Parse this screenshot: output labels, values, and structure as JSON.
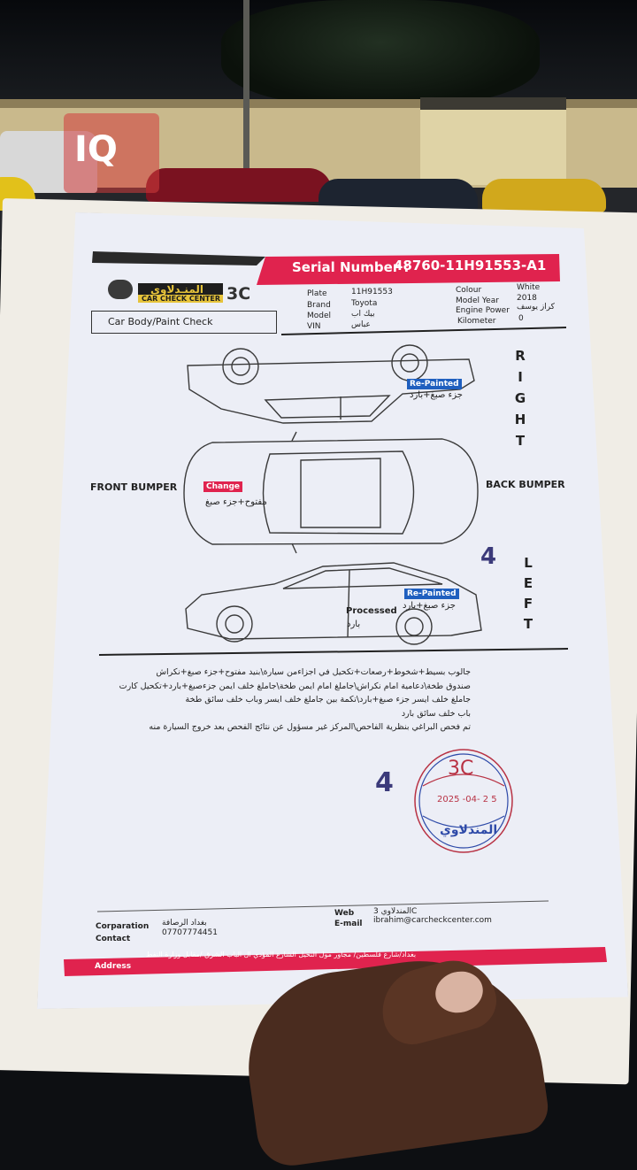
{
  "watermark": {
    "text": "IQ"
  },
  "header": {
    "serial_label": "Serial Number :",
    "serial_value": "48760-11H91553-A1",
    "company_arabic": "المنـدلاوي",
    "company_english": "CAR CHECK CENTER",
    "company_code": "3C",
    "section_title": "Car Body/Paint Check"
  },
  "vehicle": {
    "plate_label": "Plate",
    "plate_value": "11H91553",
    "brand_label": "Brand",
    "brand_value": "Toyota",
    "model_label": "Model",
    "model_value": "بيك اب",
    "vin_label": "VIN",
    "vin_value": "عباس",
    "colour_label": "Colour",
    "colour_value": "White",
    "year_label": "Model Year",
    "year_value": "2018",
    "engine_label": "Engine Power",
    "engine_value": "كراز يوسف",
    "km_label": "Kilometer",
    "km_value": "0"
  },
  "diagram": {
    "right_label": [
      "R",
      "I",
      "G",
      "H",
      "T"
    ],
    "left_label": [
      "L",
      "E",
      "F",
      "T"
    ],
    "front_bumper": "FRONT BUMPER",
    "back_bumper": "BACK BUMPER",
    "tags": {
      "right_tag": "Re-Painted",
      "right_note": "جزء صبغ+بارد",
      "top_tag": "Change",
      "top_note": "مفتوح+جزء صبغ",
      "left_tag": "Re-Painted",
      "left_note": "جزء صبغ+بارد",
      "left_processed": "Processed",
      "left_processed_note": "بارد"
    },
    "handwritten_mark": "4"
  },
  "notes": [
    "جالوب بسيط+شخوط+رصعات+تكحيل في اجزاءمن سيارة\\بنيد مفتوح+جزء صبغ+نكراش",
    "صندوق طخة\\دعامية امام نكراش\\جاملغ امام ايمن طخة\\جاملغ خلف ايمن جزءصبغ+بارد+تكحيل كارت",
    "جاملغ خلف ايسر جزء صبغ+بارد\\تكمة بين جاملغ خلف ايسر وباب خلف سائق طخة",
    "باب خلف سائق بارد",
    "تم فحص البراغي بنظرية الفاحص\\المركز غير مسؤول عن نتائج الفحص بعد خروج السيارة منه"
  ],
  "stamp": {
    "code": "3C",
    "date": "2025 -04- 2 5",
    "name": "المندلاوي",
    "handwritten_mark": "4"
  },
  "footer": {
    "corporation_label": "Corparation",
    "corporation_value": "بغداد الرصافة",
    "contact_label": "Contact",
    "contact_value": "07707774451",
    "web_label": "Web",
    "web_value": "المندلاوي 3C",
    "email_label": "E-mail",
    "email_value": "ibrahim@carcheckcenter.com",
    "address_label": "Address",
    "address_value": "بغداد/شارع فلسطين/ مجاور مول النخيل الشارع المؤدي ال الباب الشرق /مقابل وزارة النفط"
  },
  "colors": {
    "accent_red": "#e0234e",
    "tag_blue": "#1f5fbf",
    "stamp_blue": "#2e4aa8"
  }
}
